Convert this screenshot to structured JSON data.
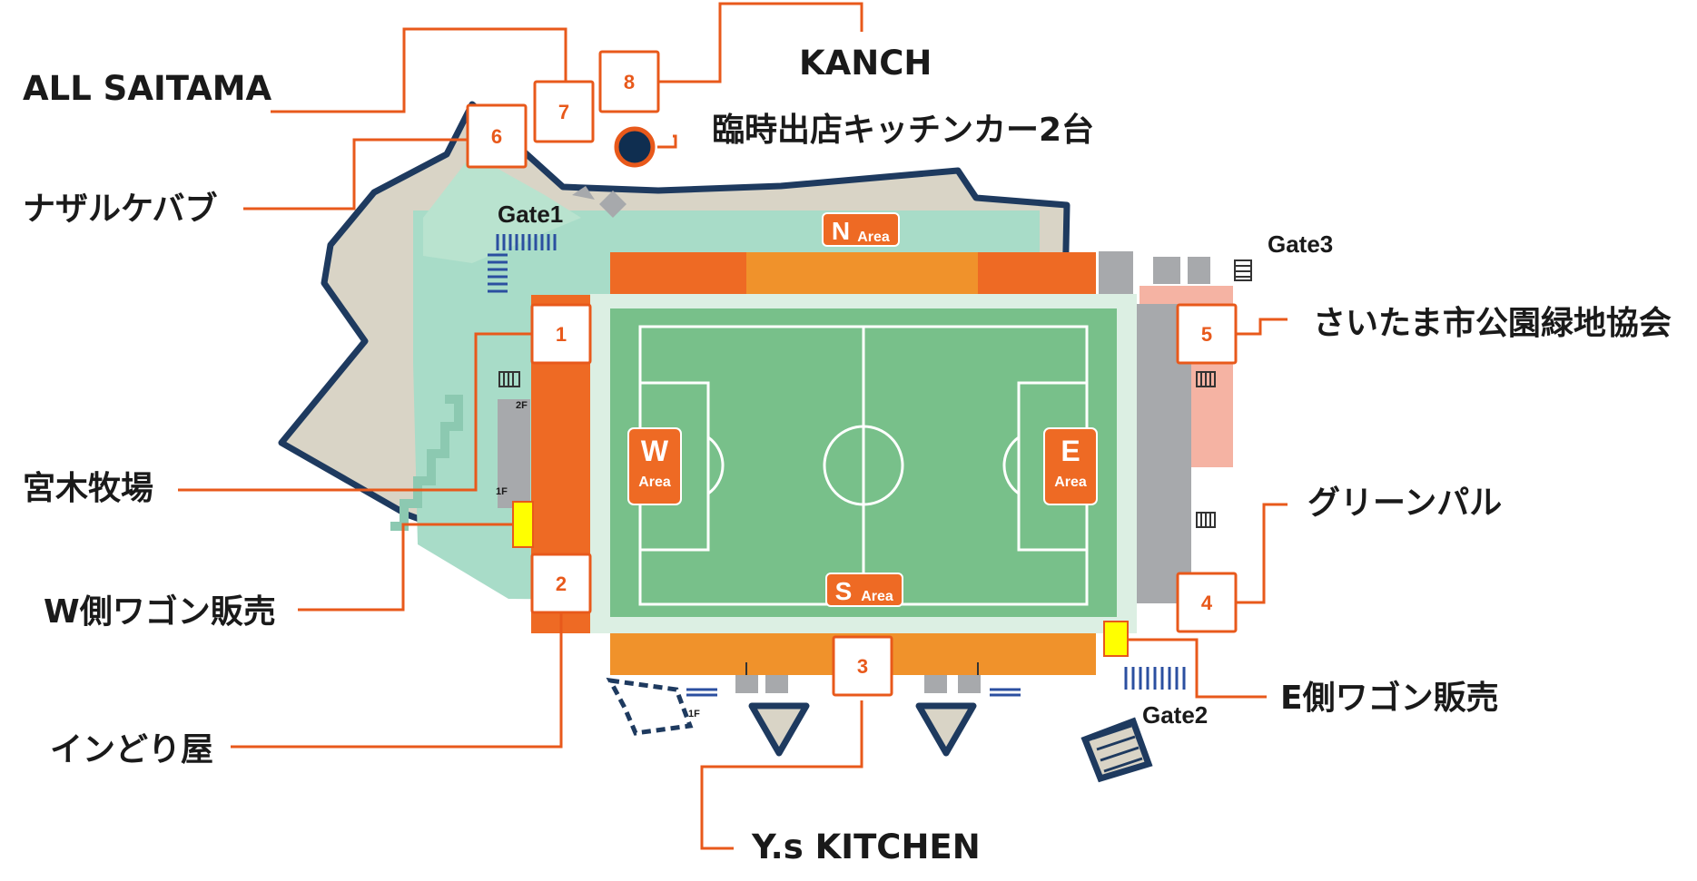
{
  "gates": {
    "gate1": "Gate1",
    "gate2": "Gate2",
    "gate3": "Gate3"
  },
  "areas": {
    "north": {
      "letter": "N",
      "word": "Area"
    },
    "south": {
      "letter": "S",
      "word": "Area"
    },
    "west": {
      "letter": "W",
      "word": "Area"
    },
    "east": {
      "letter": "E",
      "word": "Area"
    }
  },
  "floors": {
    "f2": "2F",
    "f1": "1F",
    "f1_south": "1F"
  },
  "markers": [
    "1",
    "2",
    "3",
    "4",
    "5",
    "6",
    "7",
    "8"
  ],
  "shops": {
    "all_saitama": "ALL SAITAMA",
    "kanch": "KANCH",
    "kitchen_cars": "臨時出店キッチンカー2台",
    "nazar_kebab": "ナザルケバブ",
    "miyaki": "宮木牧場",
    "w_wagon": "W側ワゴン販売",
    "indoriya": "インどり屋",
    "ys_kitchen": "Y.s KITCHEN",
    "saitama_park": "さいたま市公園緑地協会",
    "green_pal": "グリーンパル",
    "e_wagon": "E側ワゴン販売"
  },
  "colors": {
    "accent": "#e8591b",
    "outline": "#1e3a5f",
    "pitch": "#78c08a",
    "stand_orange": "#f0922b",
    "stand_dark": "#ee6a24",
    "concourse": "#a8dcc8",
    "ground": "#d9d4c6",
    "wagon": "#ffff00"
  }
}
